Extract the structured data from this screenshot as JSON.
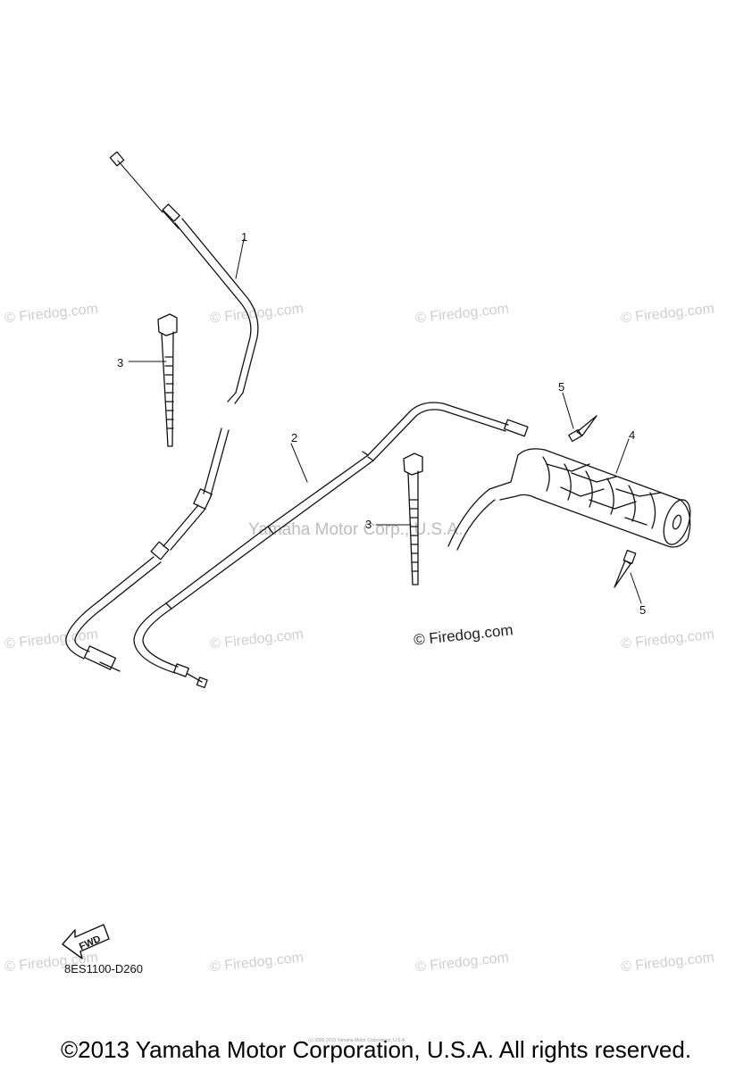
{
  "watermark": "© Firedog.com",
  "center_watermark": "Yamaha Motor Corp., U.S.A.",
  "callouts": {
    "c1": "1",
    "c2": "2",
    "c3a": "3",
    "c3b": "3",
    "c4": "4",
    "c5a": "5",
    "c5b": "5"
  },
  "fwd_label": "FWD",
  "diagram_code": "8ES1100-D260",
  "small_copyright": "(c) 2000-2015 Yamaha Motor Corporation, U.S.A.",
  "copyright": "©2013 Yamaha Motor Corporation, U.S.A. All rights reserved."
}
